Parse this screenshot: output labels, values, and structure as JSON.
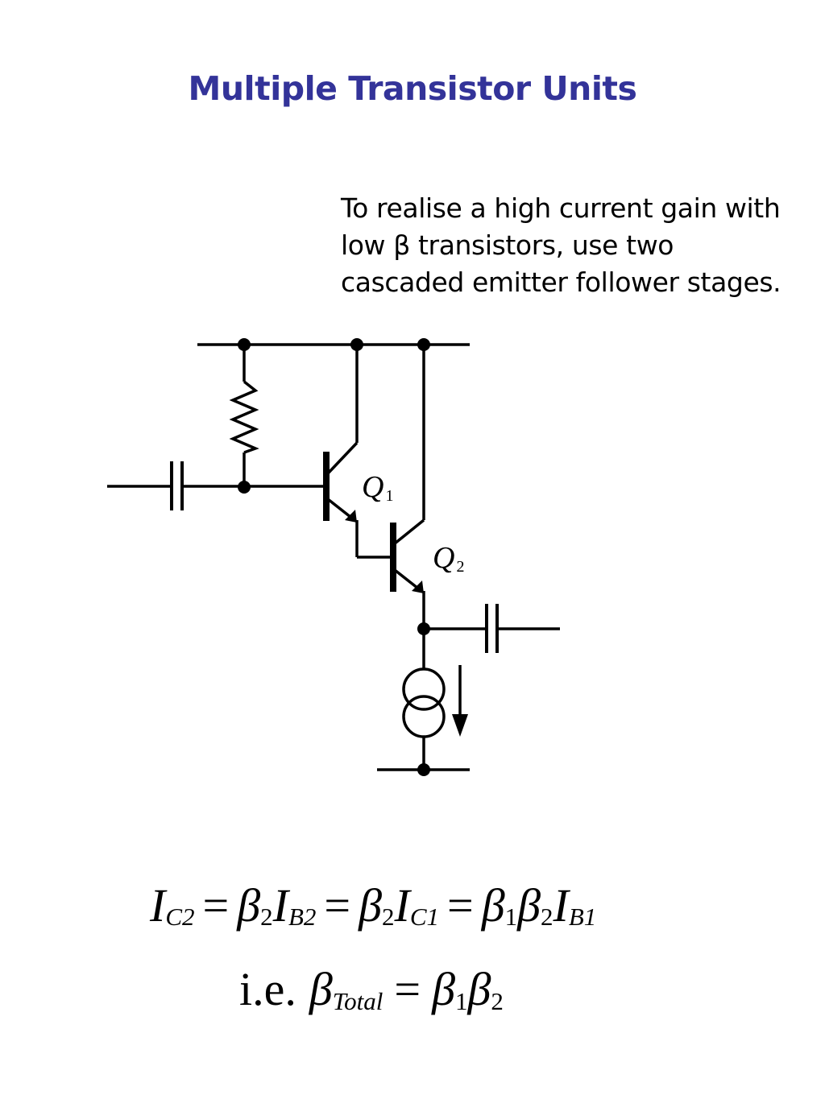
{
  "slide": {
    "title": "Multiple Transistor Units",
    "description_lines": [
      "To realise a high current gain with",
      "low β transistors, use two",
      "cascaded emitter follower stages."
    ]
  },
  "circuit": {
    "transistor_1": "Q",
    "transistor_1_sub": "1",
    "transistor_2": "Q",
    "transistor_2_sub": "2"
  },
  "equations": {
    "eq1": {
      "I": "I",
      "beta": "β",
      "eq": "=",
      "sub_C2": "C2",
      "sub_2": "2",
      "sub_B2": "B2",
      "sub_C1": "C1",
      "sub_1": "1",
      "sub_B1": "B1"
    },
    "eq2": {
      "prefix": "i.e.",
      "beta": "β",
      "eq": "=",
      "sub_total": "Total",
      "sub_1": "1",
      "sub_2": "2"
    }
  },
  "colors": {
    "title": "#333399",
    "text": "#000000"
  }
}
